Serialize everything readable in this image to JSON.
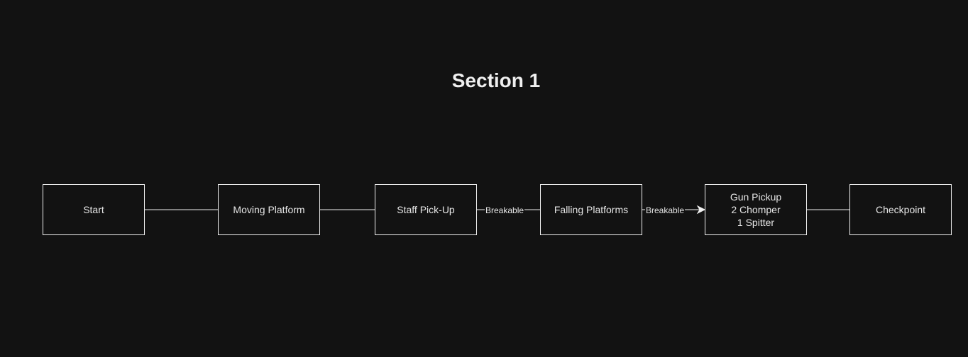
{
  "diagram": {
    "title": "Section 1",
    "nodes": [
      {
        "id": "start",
        "label": "Start"
      },
      {
        "id": "moving-platform",
        "label": "Moving Platform"
      },
      {
        "id": "staff-pickup",
        "label": "Staff Pick-Up"
      },
      {
        "id": "falling-platforms",
        "label": "Falling Platforms"
      },
      {
        "id": "gun-pickup",
        "label": "Gun Pickup\n2 Chomper\n1 Spitter"
      },
      {
        "id": "checkpoint",
        "label": "Checkpoint"
      }
    ],
    "edges": [
      {
        "from": "start",
        "to": "moving-platform",
        "label": "",
        "arrow": false
      },
      {
        "from": "moving-platform",
        "to": "staff-pickup",
        "label": "",
        "arrow": false
      },
      {
        "from": "staff-pickup",
        "to": "falling-platforms",
        "label": "Breakable",
        "arrow": false
      },
      {
        "from": "falling-platforms",
        "to": "gun-pickup",
        "label": "Breakable",
        "arrow": true
      },
      {
        "from": "gun-pickup",
        "to": "checkpoint",
        "label": "",
        "arrow": false
      }
    ],
    "colors": {
      "background": "#121212",
      "stroke": "#f0f0f0",
      "text": "#e6e6e6"
    }
  }
}
